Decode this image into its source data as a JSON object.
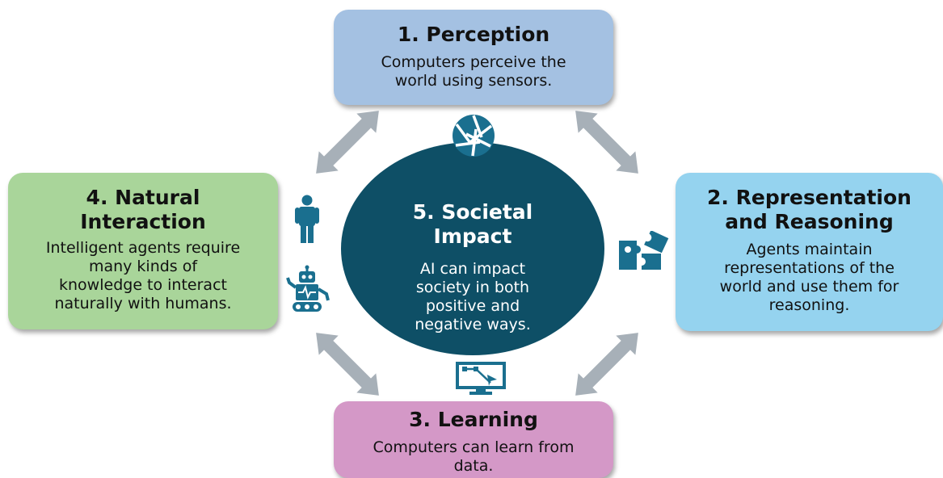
{
  "nodes": {
    "perception": {
      "title": "1. Perception",
      "text": "Computers perceive the\nworld using sensors.",
      "color": "#a4c1e2",
      "icon": "camera-aperture-icon"
    },
    "representation": {
      "title": "2. Representation\nand Reasoning",
      "text": "Agents maintain\nrepresentations of the\nworld and use them for\nreasoning.",
      "color": "#95d3ef",
      "icon": "puzzle-icon"
    },
    "learning": {
      "title": "3. Learning",
      "text": "Computers can learn from\ndata.",
      "color": "#d498c7",
      "icon": "monitor-graph-icon"
    },
    "natural": {
      "title": "4. Natural\nInteraction",
      "text": "Intelligent agents require\nmany kinds of\nknowledge to interact\nnaturally with humans.",
      "color": "#a9d59a",
      "icons": [
        "person-icon",
        "robot-icon"
      ]
    },
    "societal": {
      "title": "5. Societal\nImpact",
      "text": "AI can impact\nsociety in both\npositive and\nnegative ways.",
      "color": "#0e4f66"
    }
  },
  "icon_color": "#1a6f8f",
  "arrow_color": "#a7b0b8"
}
